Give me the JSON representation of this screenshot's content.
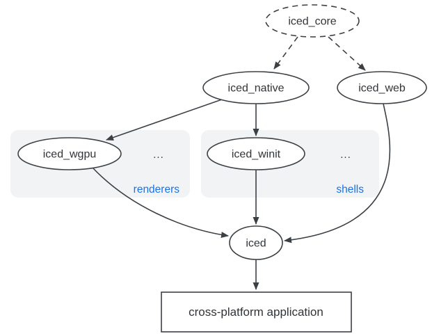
{
  "colors": {
    "background": "#ffffff",
    "line": "#3b4045",
    "node_fill": "#ffffff",
    "node_text": "#303438",
    "group_fill": "#f1f3f4",
    "group_label": "#1a73e8"
  },
  "nodes": {
    "iced_core": {
      "label": "iced_core"
    },
    "iced_native": {
      "label": "iced_native"
    },
    "iced_web": {
      "label": "iced_web"
    },
    "iced_wgpu": {
      "label": "iced_wgpu"
    },
    "iced_winit": {
      "label": "iced_winit"
    },
    "iced": {
      "label": "iced"
    },
    "app": {
      "label": "cross-platform application"
    }
  },
  "groups": {
    "renderers": {
      "label": "renderers",
      "more": "..."
    },
    "shells": {
      "label": "shells",
      "more": "..."
    }
  },
  "edges": [
    {
      "from": "iced_core",
      "to": "iced_native",
      "style": "dashed"
    },
    {
      "from": "iced_core",
      "to": "iced_web",
      "style": "dashed"
    },
    {
      "from": "iced_native",
      "to": "iced_wgpu",
      "style": "solid"
    },
    {
      "from": "iced_native",
      "to": "iced_winit",
      "style": "solid"
    },
    {
      "from": "iced_wgpu",
      "to": "iced",
      "style": "solid"
    },
    {
      "from": "iced_winit",
      "to": "iced",
      "style": "solid"
    },
    {
      "from": "iced_web",
      "to": "iced",
      "style": "solid"
    },
    {
      "from": "iced",
      "to": "app",
      "style": "solid"
    }
  ]
}
